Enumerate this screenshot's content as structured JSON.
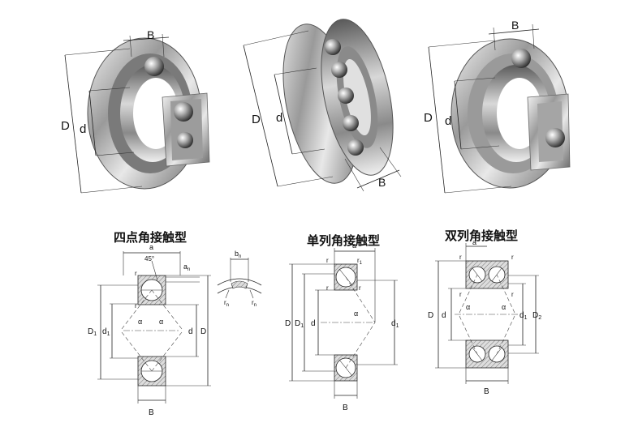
{
  "labels": {
    "B": "B",
    "D": "D",
    "d": "d",
    "a": "a",
    "an": "a",
    "an_sub": "n",
    "bn": "b",
    "bn_sub": "n",
    "rn": "r",
    "rn_sub": "n",
    "r": "r",
    "r1": "r",
    "r1_sub": "1",
    "D1": "D",
    "D1_sub": "1",
    "d1": "d",
    "d1_sub": "1",
    "D2": "D",
    "D2_sub": "2",
    "alpha": "α",
    "angle45": "45°"
  },
  "titles": {
    "four_point": "四点角接触型",
    "single_row": "单列角接触型",
    "double_row": "双列角接触型"
  }
}
